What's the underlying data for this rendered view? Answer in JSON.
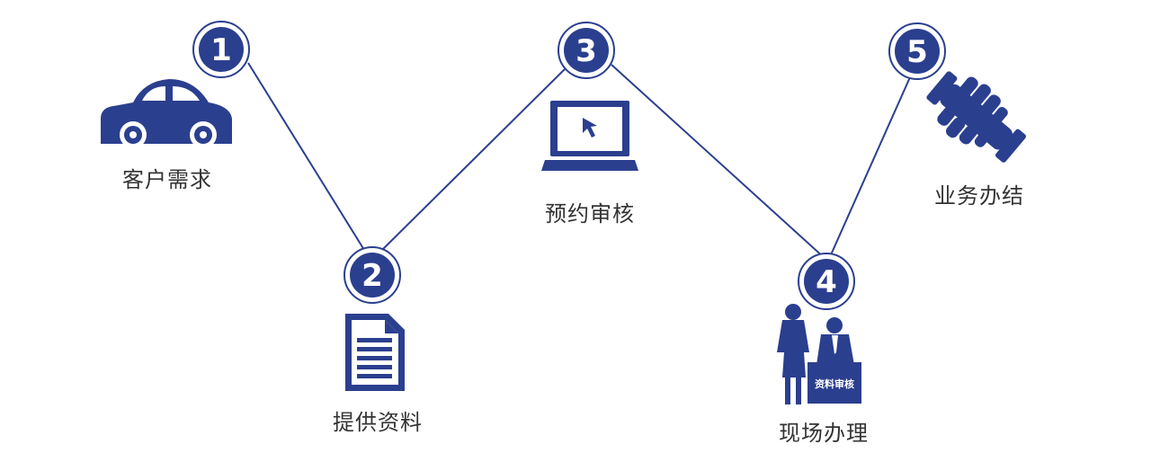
{
  "colors": {
    "primary": "#2b3f8f",
    "line": "#2b3f8f",
    "label": "#333333",
    "background": "#ffffff"
  },
  "steps": [
    {
      "number": "1",
      "label": "客户需求",
      "icon": "car-icon"
    },
    {
      "number": "2",
      "label": "提供资料",
      "icon": "document-icon"
    },
    {
      "number": "3",
      "label": "预约审核",
      "icon": "laptop-icon"
    },
    {
      "number": "4",
      "label": "现场办理",
      "icon": "people-desk-icon",
      "desk_text": "资料审核"
    },
    {
      "number": "5",
      "label": "业务办结",
      "icon": "handshake-icon"
    }
  ]
}
